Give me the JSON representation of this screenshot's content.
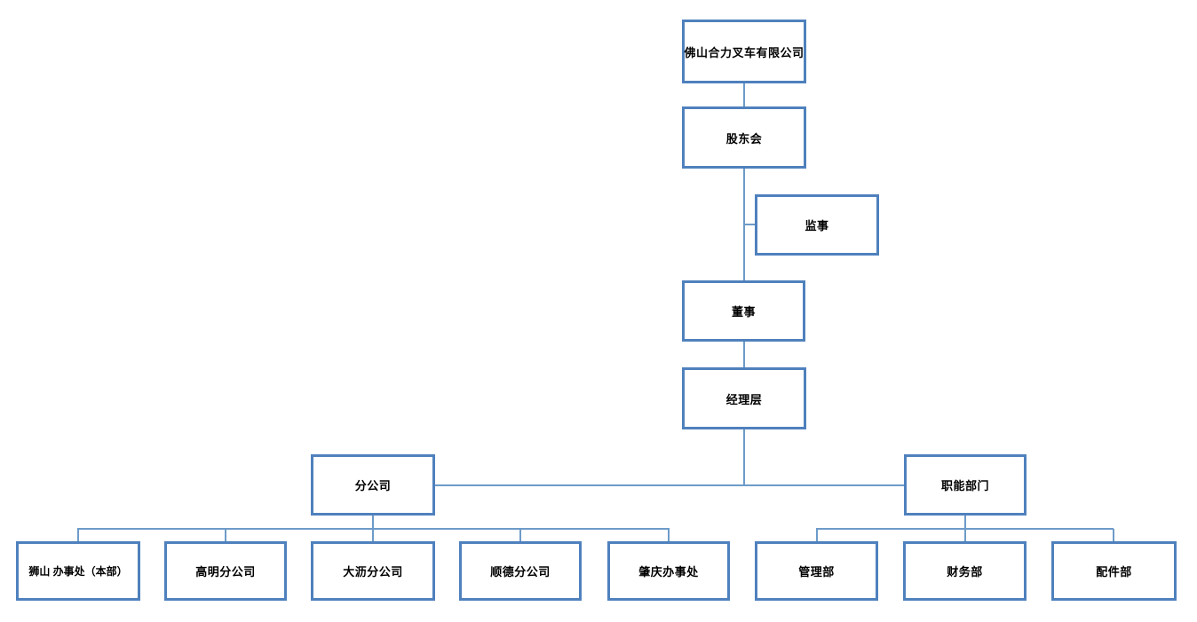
{
  "diagram": {
    "type": "org-chart",
    "company": "佛山合力叉车有限公司"
  },
  "nodes": {
    "company": {
      "label": "佛山合力叉车有限公司"
    },
    "shareholders": {
      "label": "股东会"
    },
    "supervisor": {
      "label": "监事"
    },
    "director": {
      "label": "董事"
    },
    "management": {
      "label": "经理层"
    },
    "branches": {
      "label": "分公司"
    },
    "functional": {
      "label": "职能部门"
    },
    "shishan": {
      "label": "狮山 办事处（本部）"
    },
    "gaoming": {
      "label": "高明分公司"
    },
    "dali": {
      "label": "大沥分公司"
    },
    "shunde": {
      "label": "顺德分公司"
    },
    "zhaoqing": {
      "label": "肇庆办事处"
    },
    "admin_dept": {
      "label": "管理部"
    },
    "finance_dept": {
      "label": "财务部"
    },
    "parts_dept": {
      "label": "配件部"
    }
  },
  "colors": {
    "box_border": "#4F81BD",
    "connector": "#6D9BC9",
    "text": "#000000",
    "background": "#FFFFFF"
  }
}
